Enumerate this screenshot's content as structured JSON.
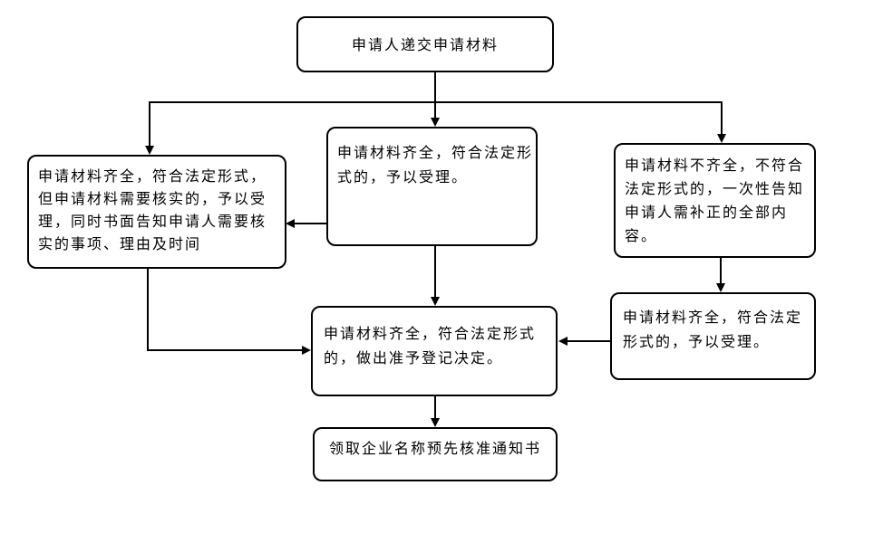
{
  "colors": {
    "background": "#ffffff",
    "line": "#000000",
    "box_fill": "#ffffff",
    "text": "#000000"
  },
  "flowchart": {
    "type": "flowchart",
    "direction": "top-down",
    "nodes": [
      {
        "id": "start",
        "label": "申请人递交申请材料"
      },
      {
        "id": "verify",
        "label": "申请材料齐全，符合法定形式，\n但申请材料需要核实的，予以受\n理，同时书面告知申请人需要核\n实的事项、理由及时间"
      },
      {
        "id": "accept-mid",
        "label": "申请材料齐全，符合法定形\n式的，予以受理。"
      },
      {
        "id": "incomplete",
        "label": "申请材料不齐全，不符合\n法定形式的，一次性告知\n申请人需补正的全部内\n容。"
      },
      {
        "id": "decision",
        "label": "申请材料齐全，符合法定形式\n的，做出准予登记决定。"
      },
      {
        "id": "accept-right",
        "label": "申请材料齐全，符合法定\n形式的，予以受理。"
      },
      {
        "id": "finish",
        "label": "领取企业名称预先核准通知书"
      }
    ],
    "edges": [
      {
        "from": "start",
        "to": "verify"
      },
      {
        "from": "start",
        "to": "accept-mid"
      },
      {
        "from": "start",
        "to": "incomplete"
      },
      {
        "from": "accept-mid",
        "to": "verify"
      },
      {
        "from": "accept-mid",
        "to": "decision"
      },
      {
        "from": "verify",
        "to": "decision"
      },
      {
        "from": "incomplete",
        "to": "accept-right"
      },
      {
        "from": "accept-right",
        "to": "decision"
      },
      {
        "from": "decision",
        "to": "finish"
      }
    ]
  }
}
